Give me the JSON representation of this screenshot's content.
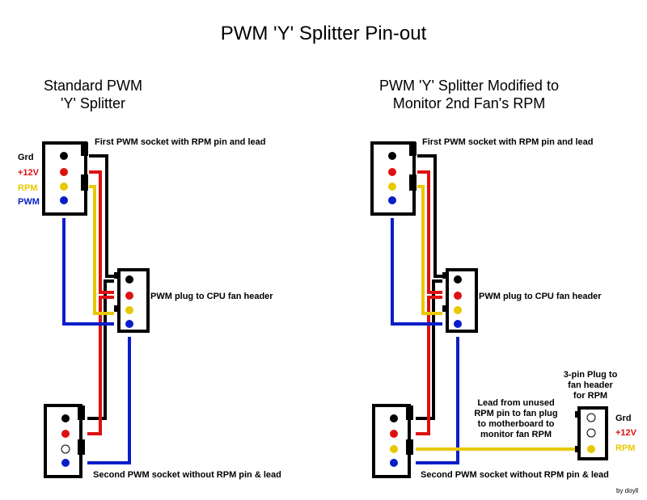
{
  "title": "PWM 'Y' Splitter Pin-out",
  "left": {
    "heading_line1": "Standard PWM",
    "heading_line2": "'Y' Splitter",
    "first_socket_label": "First PWM socket with RPM pin and lead",
    "plug_label": "PWM plug to CPU fan header",
    "second_socket_label": "Second PWM socket without RPM pin & lead",
    "pins": [
      {
        "name": "Grd",
        "color": "#000000"
      },
      {
        "name": "+12V",
        "color": "#dd1111"
      },
      {
        "name": "RPM",
        "color": "#e8c800"
      },
      {
        "name": "PWM",
        "color": "#0a1ec8"
      }
    ]
  },
  "right": {
    "heading_line1": "PWM 'Y' Splitter Modified to",
    "heading_line2": "Monitor 2nd Fan's RPM",
    "first_socket_label": "First PWM socket with RPM pin and lead",
    "plug_label": "PWM plug to CPU fan header",
    "second_socket_label": "Second PWM socket without RPM pin & lead",
    "lead_label": [
      "Lead from unused",
      "RPM pin to fan plug",
      "to motherboard to",
      "monitor fan RPM"
    ],
    "three_pin_label": [
      "3-pin Plug to",
      "fan header",
      "for RPM"
    ],
    "three_pin_pins": [
      {
        "name": "Grd",
        "color": "#000000"
      },
      {
        "name": "+12V",
        "color": "#dd1111"
      },
      {
        "name": "RPM",
        "color": "#e8c800"
      }
    ]
  },
  "credit": "by doyll",
  "colors": {
    "ground": "#000000",
    "v12": "#dd1111",
    "rpm": "#e8c800",
    "pwm": "#0a1ec8"
  }
}
